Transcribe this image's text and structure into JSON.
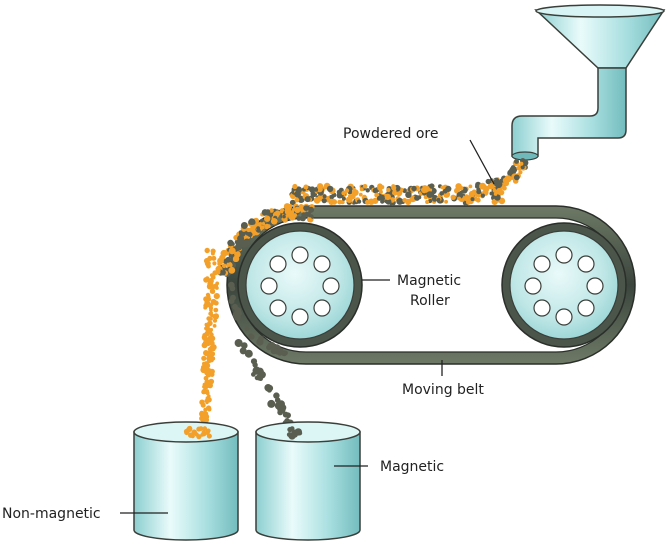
{
  "labels": {
    "powdered_ore": "Powdered ore",
    "magnetic_roller_line1": "Magnetic",
    "magnetic_roller_line2": "Roller",
    "moving_belt": "Moving belt",
    "magnetic": "Magnetic",
    "non_magnetic": "Non-magnetic"
  },
  "colors": {
    "outline": "#3a3f3a",
    "metal_light": "#e6f8f8",
    "metal_mid": "#a8dcdc",
    "metal_dark": "#6fb9bb",
    "roller_face": "#b7e3e3",
    "belt_dark": "#3b453d",
    "belt_mid": "#7d8a76",
    "non_magnetic_particle": "#f2a02a",
    "magnetic_particle": "#5a5e50"
  },
  "icons": {
    "hopper": "funnel-icon",
    "roller": "magnetic-roller-icon",
    "container": "bin-icon"
  }
}
